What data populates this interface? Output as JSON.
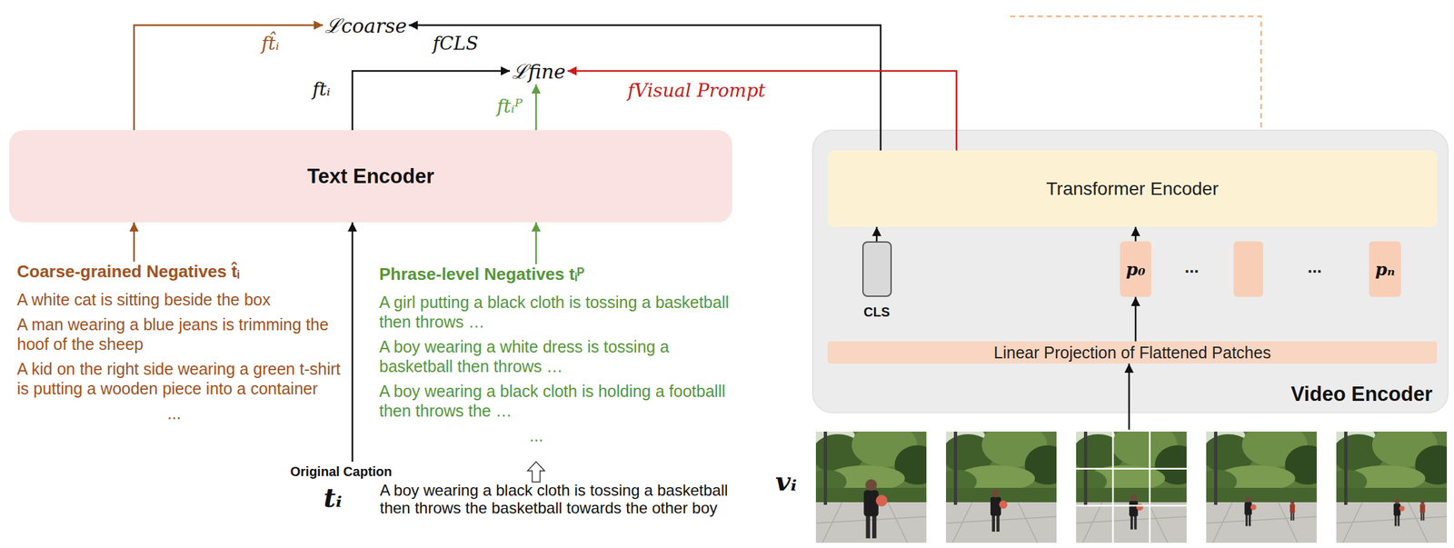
{
  "diagram": {
    "nodes": [
      {
        "text": [
          "ℒcoarse"
        ]
      },
      {
        "text": [
          "ℒfine"
        ]
      },
      {
        "text": [
          "Text Encoder"
        ]
      },
      {
        "text": [
          "Video Encoder"
        ]
      },
      {
        "text": [
          "Transformer Encoder"
        ],
        "in": 3
      },
      {
        "text": [
          "CLS"
        ],
        "in": 3
      },
      {
        "text": [
          "p₀"
        ],
        "in": 3
      },
      {
        "text": [
          "pₙ"
        ],
        "in": 3
      },
      {
        "text": [
          "Linear Projection of Flattened Patches"
        ],
        "in": 3
      },
      {
        "text": [
          "Coarse-grained Negatives t̂ᵢ",
          "A white cat is sitting beside the box",
          "A man wearing a blue jeans is trimming the hoof of the sheep",
          "A kid on the right side wearing a green t-shirt is putting a wooden piece into a container",
          "..."
        ]
      },
      {
        "text": [
          "Phrase-level Negatives tᵢᴾ",
          "A girl putting a black cloth is tossing a basketball then throws …",
          "A boy wearing a white dress is tossing a basketball then throws …",
          "A boy wearing a black cloth is holding a footballl then throws the …",
          "..."
        ]
      },
      {
        "text": [
          "Original Caption",
          "tᵢ",
          "A boy wearing a black cloth is tossing a basketball then throws the basketball towards the other boy"
        ]
      }
    ],
    "edges": [
      {
        "from": 9,
        "to": 2,
        "arrow": "to"
      },
      {
        "from": 11,
        "to": 2,
        "arrow": "to"
      },
      {
        "from": 10,
        "to": 2,
        "arrow": "to"
      },
      {
        "from": 2,
        "to": 0,
        "arrow": "to",
        "label": "ft̂ᵢ"
      },
      {
        "from": 2,
        "to": 1,
        "arrow": "to",
        "label": "ftᵢ"
      },
      {
        "from": 2,
        "to": 1,
        "arrow": "to",
        "label": "ftᵢᴾ"
      },
      {
        "from": 4,
        "to": 0,
        "arrow": "to",
        "label": "fCLS"
      },
      {
        "from": 4,
        "to": 1,
        "arrow": "to",
        "label": "fVisual Prompt"
      },
      {
        "from": 5,
        "to": 4,
        "arrow": "to"
      },
      {
        "from": 6,
        "to": 4,
        "arrow": "to"
      },
      {
        "from": 8,
        "to": 6,
        "arrow": "to"
      }
    ],
    "labels": [
      "...",
      "...",
      "vᵢ"
    ]
  }
}
